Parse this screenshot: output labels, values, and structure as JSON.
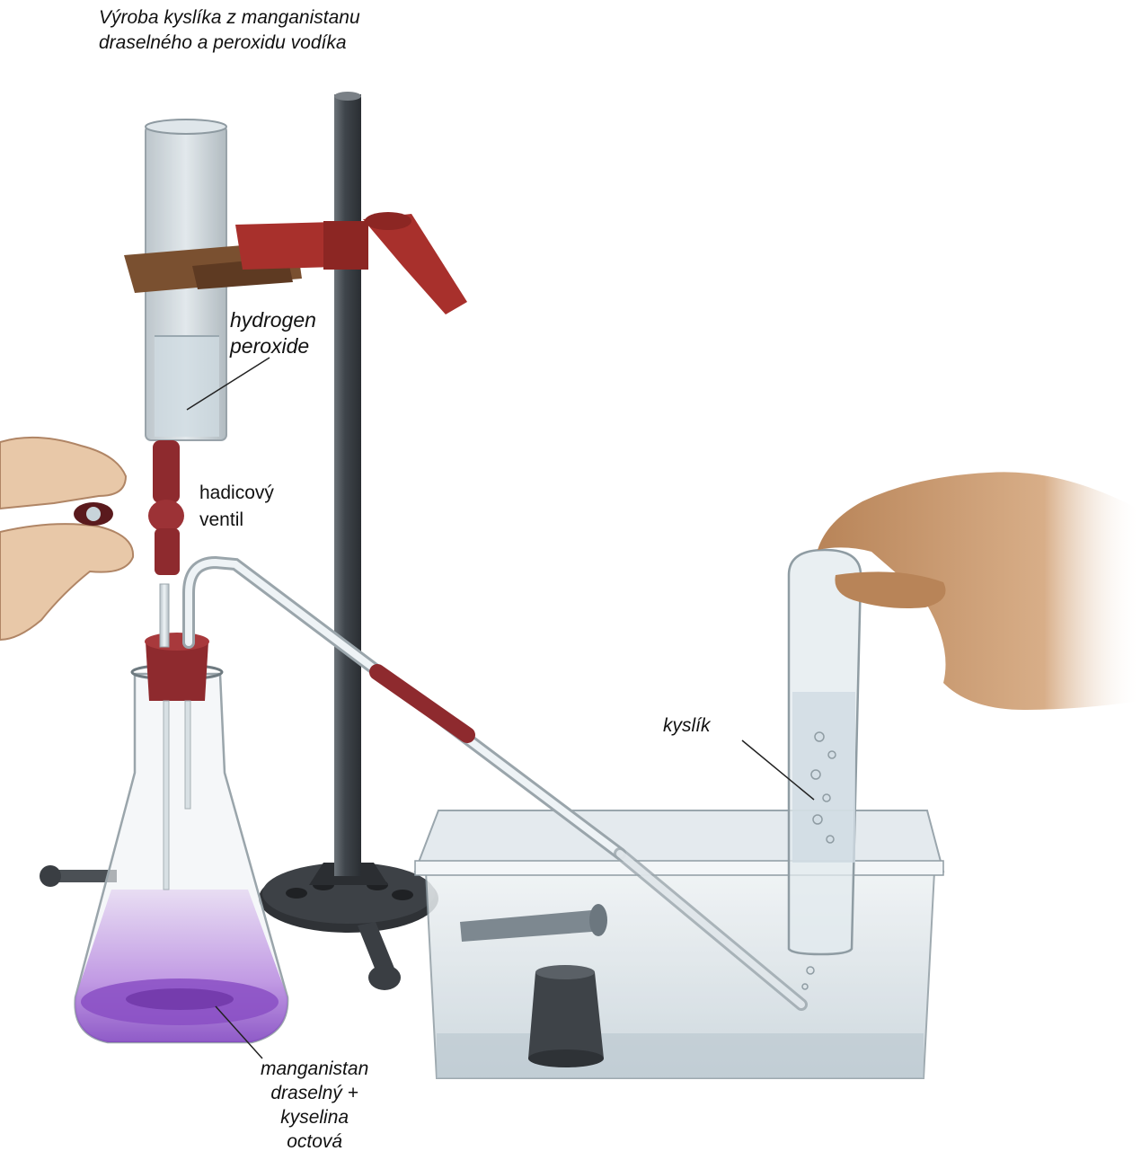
{
  "title": {
    "line1": "Výroba kyslíka z manganistanu",
    "line2": "draselného a peroxidu vodíka"
  },
  "labels": {
    "hydrogen_peroxide": {
      "line1": "hydrogen",
      "line2": "peroxide"
    },
    "valve": {
      "line1": "hadicový",
      "line2": "ventil"
    },
    "oxygen": "kyslík",
    "kmno4": {
      "line1": "manganistan",
      "line2": "draselný +",
      "line3": "kyselina",
      "line4": "octová"
    }
  },
  "colors": {
    "permanganate": "#8a4fc4",
    "rubber": "#8e2a2e",
    "clamp_red": "#a8302c",
    "clamp_brown": "#7a5030",
    "stand": "#4a4f55",
    "water": "#d6e1e8",
    "skin": "#c99a70"
  }
}
